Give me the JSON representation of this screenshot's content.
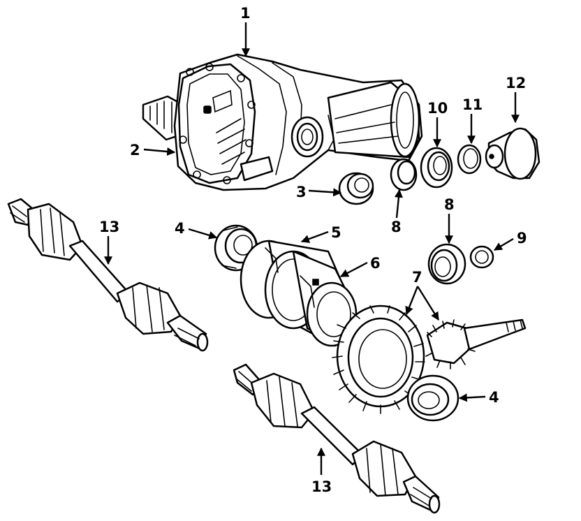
{
  "callouts": {
    "c1": "1",
    "c2": "2",
    "c3": "3",
    "c4a": "4",
    "c4b": "4",
    "c5": "5",
    "c6": "6",
    "c7": "7",
    "c8a": "8",
    "c8b": "8",
    "c9": "9",
    "c10": "10",
    "c11": "11",
    "c12": "12",
    "c13a": "13",
    "c13b": "13"
  },
  "colors": {
    "line": "#000000",
    "background": "#ffffff"
  }
}
